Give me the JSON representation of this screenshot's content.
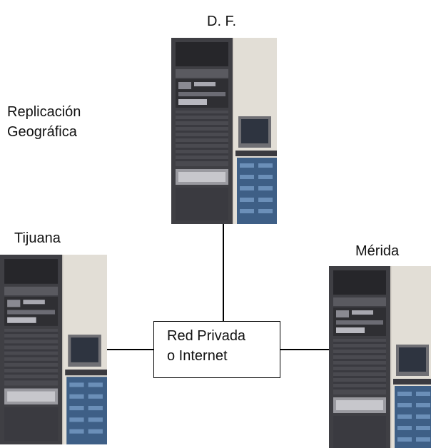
{
  "title": "Replicación\nGeográfica",
  "title_line1": "Replicación",
  "title_line2": "Geográfica",
  "nodes": {
    "df": {
      "label": "D. F."
    },
    "tijuana": {
      "label": "Tijuana"
    },
    "merida": {
      "label": "Mérida"
    }
  },
  "network": {
    "line1": "Red Privada",
    "line2": "o Internet"
  },
  "colors": {
    "rack": "#3f3f44",
    "rack_dark": "#26262a",
    "wall": "#d9d4cc",
    "cabinet_blue": "#3e5f86",
    "connector": "#000000"
  }
}
